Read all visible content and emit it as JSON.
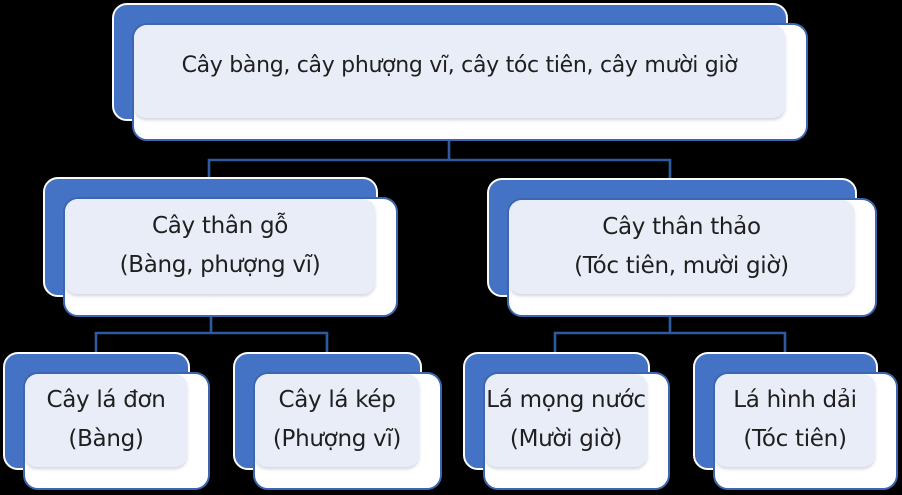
{
  "palette": {
    "canvas_bg": "#000000",
    "shadow_blue": "#4472C4",
    "shadow_outline": "#FDFDFD",
    "box_border": "#3C66B0",
    "box_bg": "#FFFFFF",
    "tint": "#E9EDF8",
    "connector": "#2E5B9F",
    "text": "#1F1F1F"
  },
  "diagram_type": "tree",
  "nodes": [
    {
      "id": "root",
      "label": "Cây bàng, cây phượng vĩ, cây tóc tiên, cây mười giờ",
      "sub": "",
      "parent": null
    },
    {
      "id": "woody-stem",
      "label": "Cây thân gỗ",
      "sub": "(Bàng, phượng vĩ)",
      "parent": "root"
    },
    {
      "id": "herbaceous-stem",
      "label": "Cây thân thảo",
      "sub": "(Tóc tiên, mười giờ)",
      "parent": "root"
    },
    {
      "id": "simple-leaf",
      "label": "Cây lá đơn",
      "sub": "(Bàng)",
      "parent": "woody-stem"
    },
    {
      "id": "compound-leaf",
      "label": "Cây lá kép",
      "sub": "(Phượng vĩ)",
      "parent": "woody-stem"
    },
    {
      "id": "succulent-leaf",
      "label": "Lá mọng nước",
      "sub": "(Mười giờ)",
      "parent": "herbaceous-stem"
    },
    {
      "id": "strap-leaf",
      "label": "Lá hình dải",
      "sub": "(Tóc tiên)",
      "parent": "herbaceous-stem"
    }
  ]
}
